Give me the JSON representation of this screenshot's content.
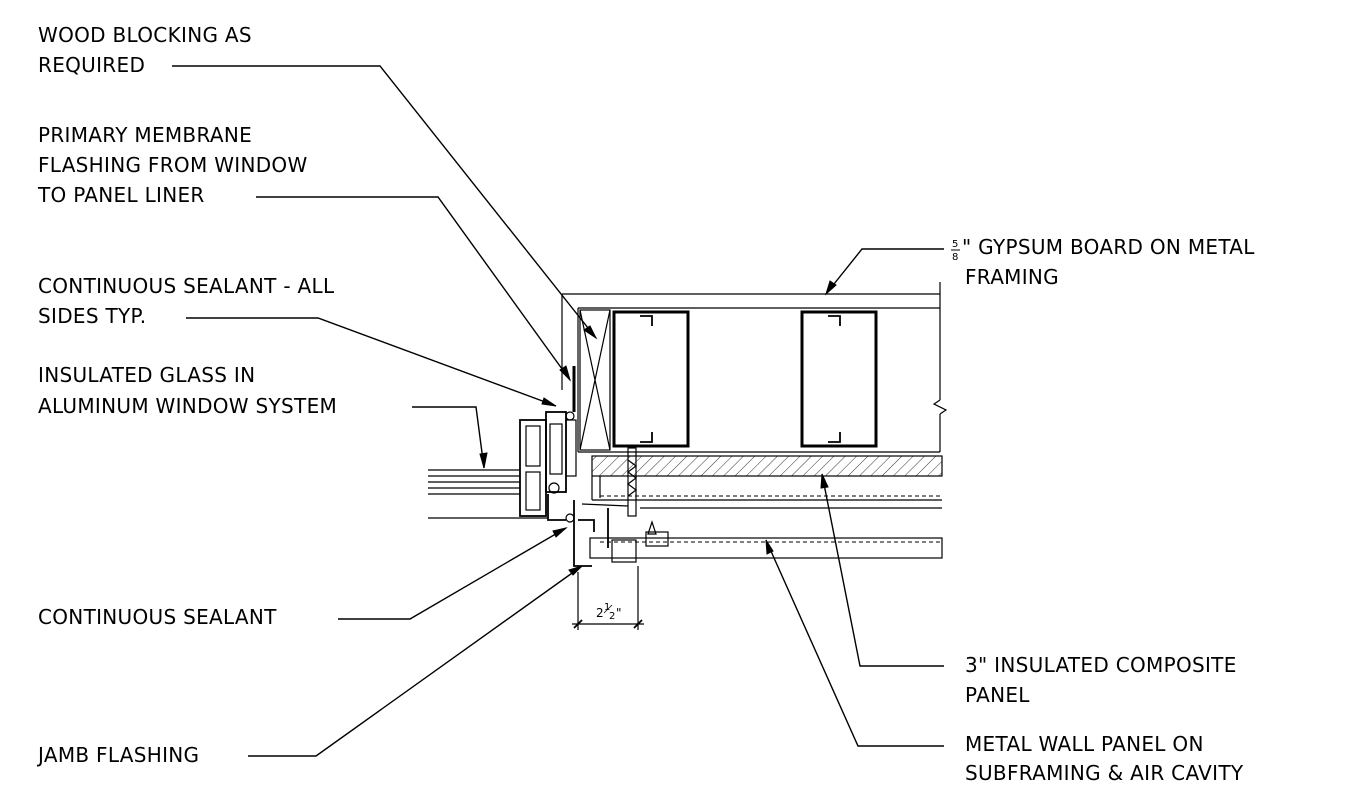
{
  "labels": {
    "wood_blocking": [
      "WOOD BLOCKING AS",
      "REQUIRED"
    ],
    "primary_membrane": [
      "PRIMARY MEMBRANE",
      "FLASHING FROM WINDOW",
      "TO PANEL LINER"
    ],
    "continuous_sealant_all": [
      "CONTINUOUS SEALANT - ALL",
      "SIDES TYP."
    ],
    "insulated_glass": [
      "INSULATED GLASS IN",
      "ALUMINUM WINDOW SYSTEM"
    ],
    "continuous_sealant": [
      "CONTINUOUS SEALANT"
    ],
    "jamb_flashing": [
      "JAMB FLASHING"
    ],
    "gypsum_board": {
      "frac_num": "5",
      "frac_den": "8",
      "line1_rest": "\" GYPSUM BOARD ON METAL",
      "line2": "FRAMING"
    },
    "composite_panel": [
      "3\" INSULATED COMPOSITE",
      "PANEL"
    ],
    "metal_wall_panel": [
      "METAL WALL PANEL ON",
      "SUBFRAMING & AIR CAVITY"
    ]
  },
  "dimension": {
    "whole": "2",
    "frac_num": "1",
    "frac_den": "2",
    "unit": "\""
  }
}
